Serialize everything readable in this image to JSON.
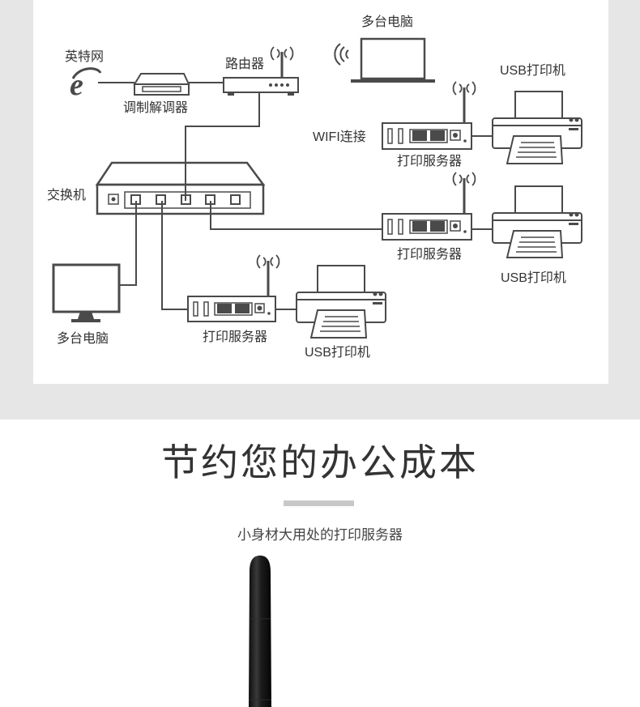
{
  "diagram": {
    "labels": {
      "internet": "英特网",
      "modem": "调制解调器",
      "router": "路由器",
      "pc_top": "多台电脑",
      "usb_printer_1": "USB打印机",
      "wifi_link": "WIFI连接",
      "print_server_1": "打印服务器",
      "switch": "交换机",
      "print_server_2": "打印服务器",
      "usb_printer_2": "USB打印机",
      "pc_bottom": "多台电脑",
      "print_server_3": "打印服务器",
      "usb_printer_3": "USB打印机"
    },
    "icons": [
      "ie-icon",
      "modem-icon",
      "router-icon",
      "laptop-icon",
      "wifi-icon",
      "switch-icon",
      "print-server-icon",
      "printer-icon",
      "monitor-icon",
      "antenna-icon"
    ]
  },
  "section": {
    "title": "节约您的办公成本",
    "subtitle": "小身材大用处的打印服务器"
  },
  "colors": {
    "line": "#4a4a4a",
    "band": "#e6e6e6",
    "divider": "#c8c8c8"
  }
}
